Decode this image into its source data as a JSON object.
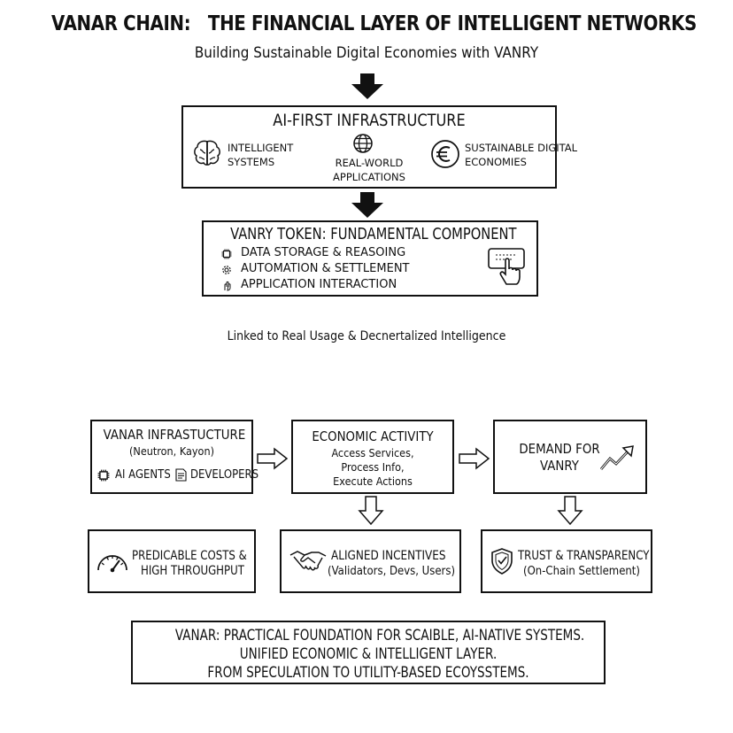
{
  "header": {
    "title": "VANAR CHAIN:   THE FINANCIAL LAYER OF INTELLIGENT NETWORKS",
    "subtitle": "Building Sustainable Digital Economies with VANRY"
  },
  "ai_first": {
    "title": "AI-FIRST INFRASTRUCTURE",
    "items": [
      {
        "line1": "INTELLIGENT",
        "line2": "SYSTEMS",
        "icon": "brain-icon"
      },
      {
        "line1": "REAL-WORLD",
        "line2": "APPLICATIONS",
        "icon": "globe-icon"
      },
      {
        "line1": "SUSTAINABLE DIGITAL",
        "line2": "ECONOMIES",
        "icon": "euro-coin-icon"
      }
    ]
  },
  "token": {
    "title": "VANRY TOKEN: FUNDAMENTAL COMPONENT",
    "items": [
      {
        "label": "DATA STORAGE & REASOING",
        "icon": "chip-icon"
      },
      {
        "label": "AUTOMATION & SETTLEMENT",
        "icon": "gear-icon"
      },
      {
        "label": "APPLICATION INTERACTION",
        "icon": "hand-icon"
      }
    ],
    "side_icon": "touch-screen-icon"
  },
  "linked_text": "Linked to Real Usage & Decnertalized Intelligence",
  "flow": {
    "infra": {
      "title": "VANAR INFRASTUCTURE",
      "sub": "(Neutron, Kayon)",
      "tag1": "AI AGENTS",
      "tag2": "DEVELOPERS"
    },
    "activity": {
      "title": "ECONOMIC ACTIVITY",
      "lines": [
        "Access Services,",
        "Process Info,",
        "Execute Actions"
      ]
    },
    "demand": {
      "line1": "DEMAND FOR",
      "line2": "VANRY"
    }
  },
  "outcomes": [
    {
      "line1": "PREDICABLE COSTS &",
      "line2": "HIGH THROUGHPUT",
      "icon": "gauge-icon"
    },
    {
      "line1": "ALIGNED INCENTIVES",
      "line2": "(Validators, Devs, Users)",
      "icon": "handshake-icon"
    },
    {
      "line1": "TRUST & TRANSPARENCY",
      "line2": "(On-Chain Settlement)",
      "icon": "shield-icon"
    }
  ],
  "footer": {
    "lines": [
      "VANAR: PRACTICAL FOUNDATION FOR SCAIBLE, AI-NATIVE SYSTEMS.",
      "UNIFIED ECONOMIC & INTELLIGENT LAYER.",
      "FROM SPECULATION TO UTILITY-BASED ECOYSSTEMS."
    ]
  }
}
